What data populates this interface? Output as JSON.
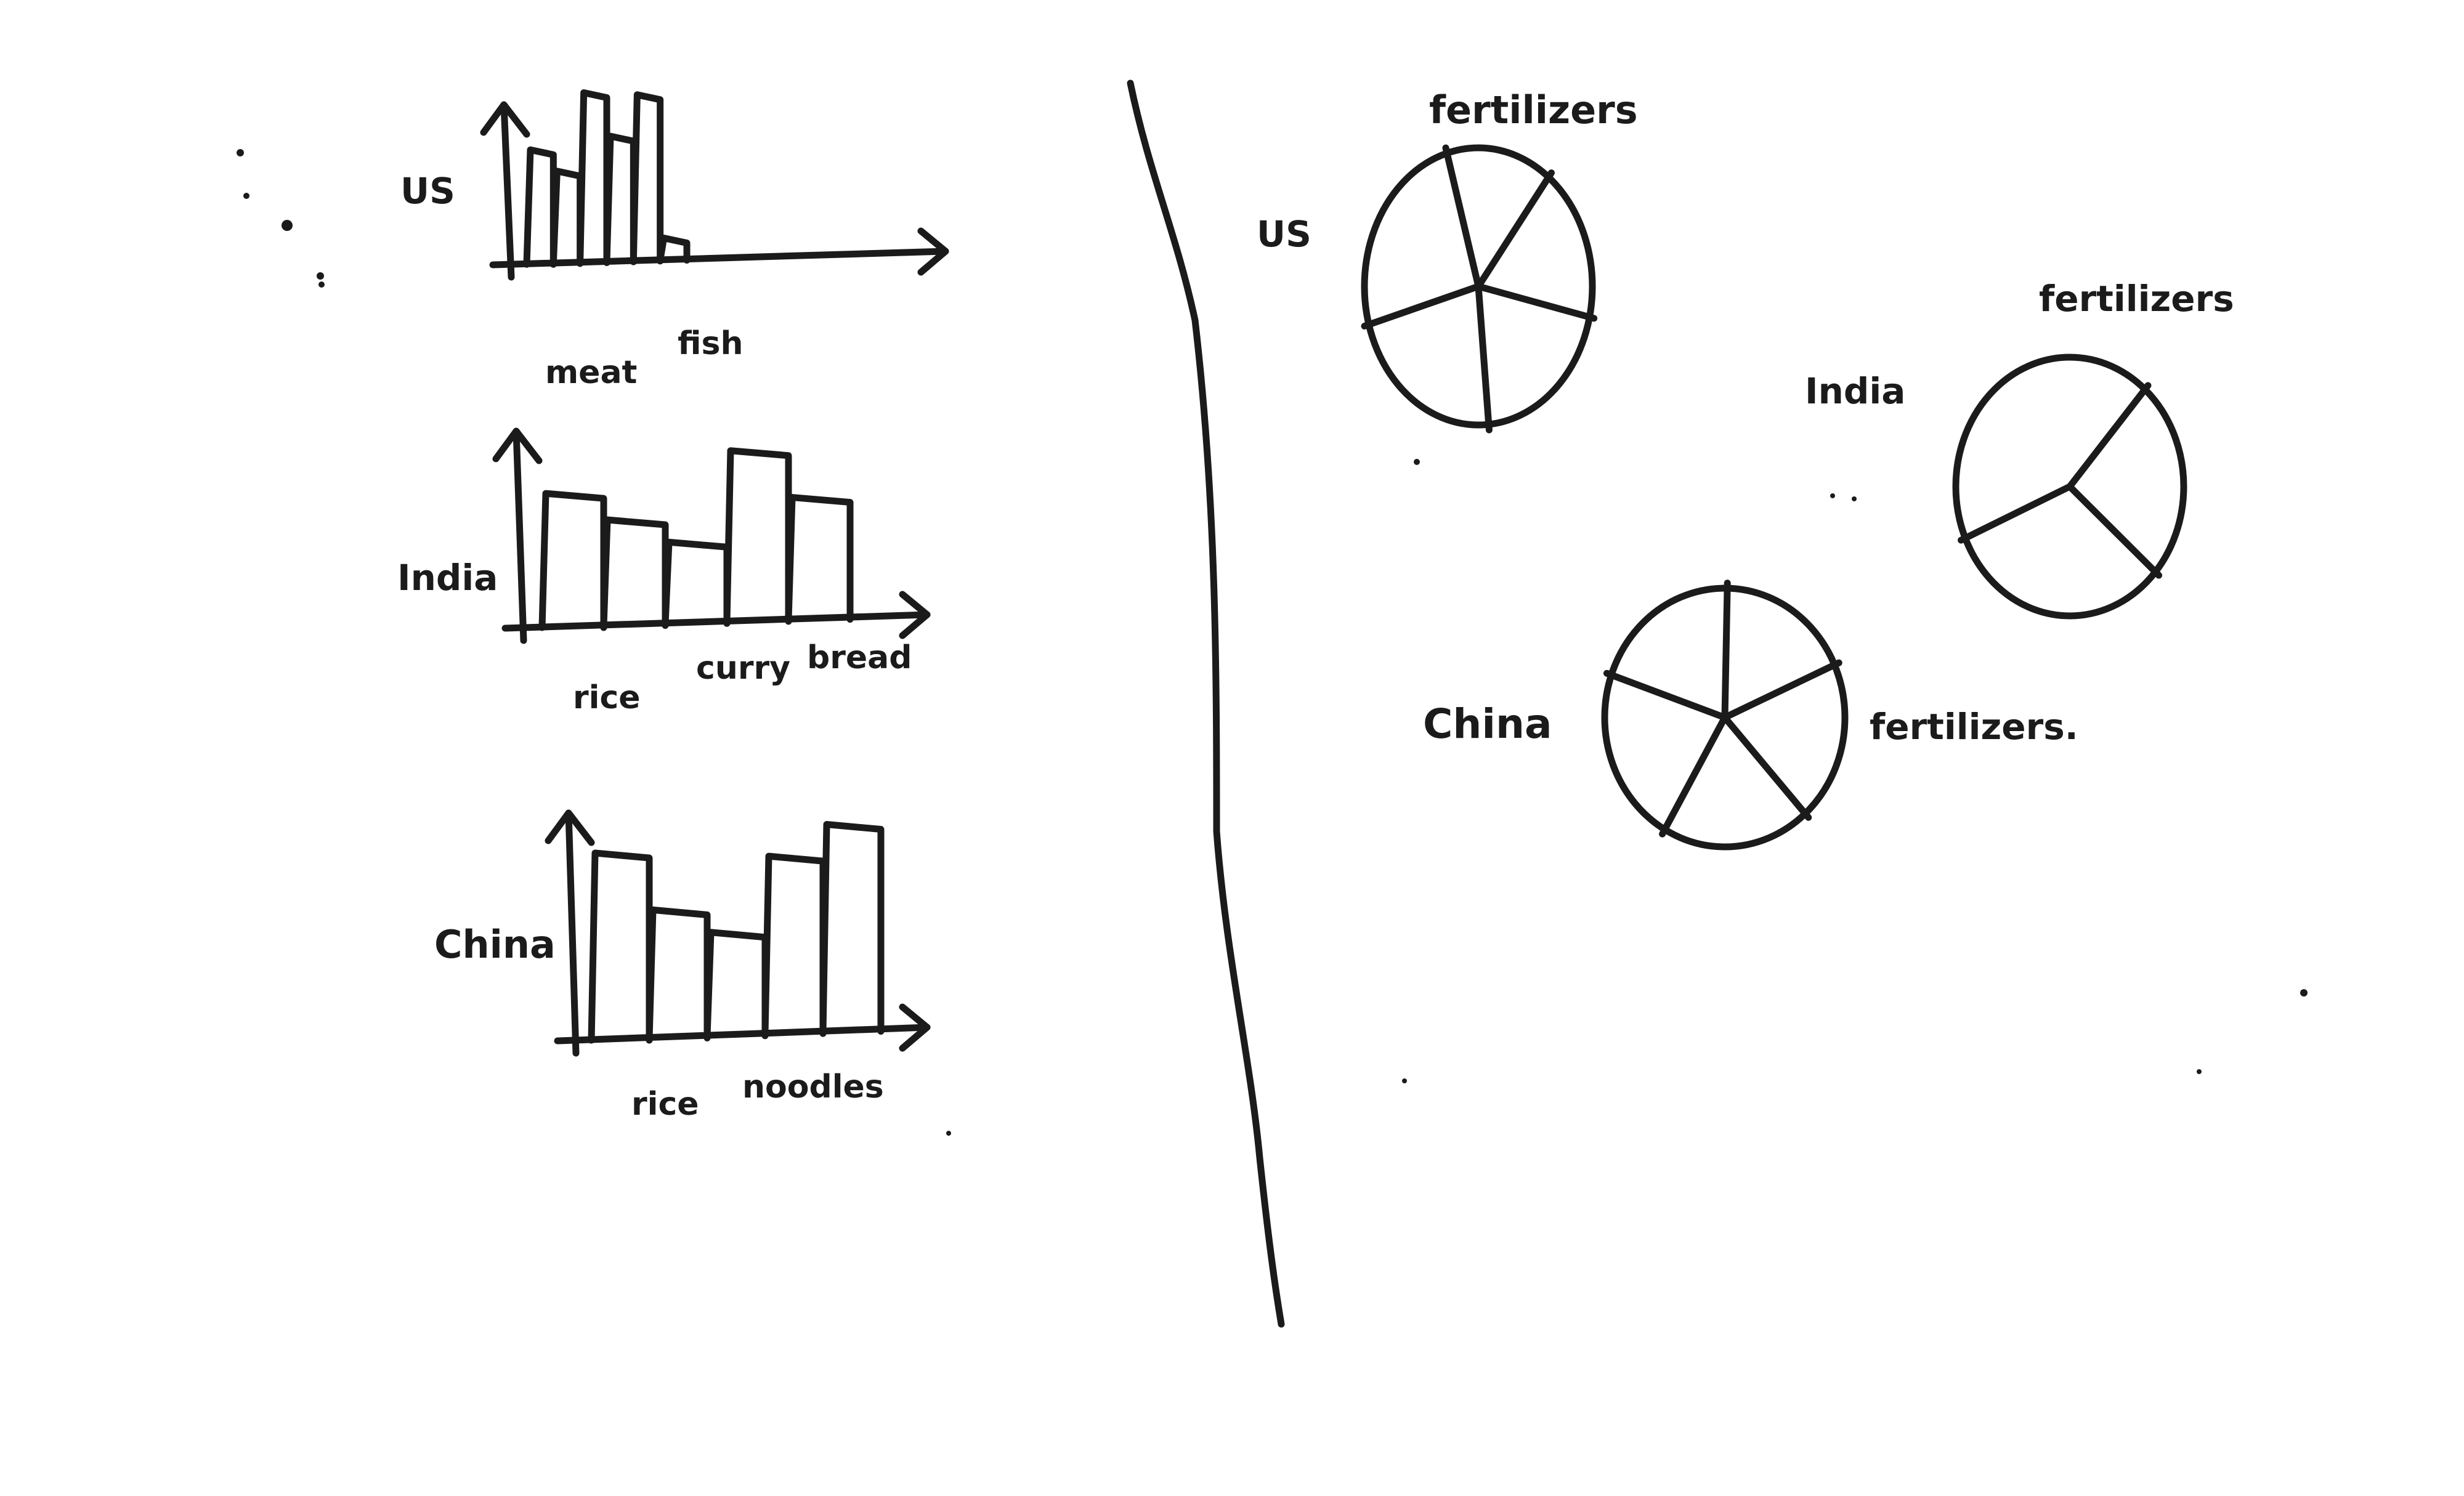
{
  "colors": {
    "ink": "#1b1b1b",
    "paper": "#ffffff"
  },
  "chart_data": [
    {
      "type": "bar",
      "row_label": "US",
      "category_labels": [
        "meat",
        "fish"
      ],
      "values": [
        0.62,
        0.5,
        0.92,
        0.68,
        0.9,
        0.12
      ]
    },
    {
      "type": "bar",
      "row_label": "India",
      "category_labels": [
        "rice",
        "curry",
        "bread"
      ],
      "values": [
        0.66,
        0.52,
        0.4,
        0.84,
        0.6
      ]
    },
    {
      "type": "bar",
      "row_label": "China",
      "category_labels": [
        "rice",
        "noodles"
      ],
      "values": [
        0.76,
        0.52,
        0.42,
        0.72,
        0.84
      ]
    },
    {
      "type": "pie",
      "row_label": "US",
      "title": "fertilizers",
      "values": [
        0.15,
        0.18,
        0.2,
        0.22,
        0.25
      ]
    },
    {
      "type": "pie",
      "row_label": "India",
      "title": "fertilizers",
      "values": [
        0.25,
        0.32,
        0.43
      ]
    },
    {
      "type": "pie",
      "row_label": "China",
      "title": "fertilizers.",
      "values": [
        0.18,
        0.2,
        0.2,
        0.22,
        0.2
      ]
    }
  ]
}
